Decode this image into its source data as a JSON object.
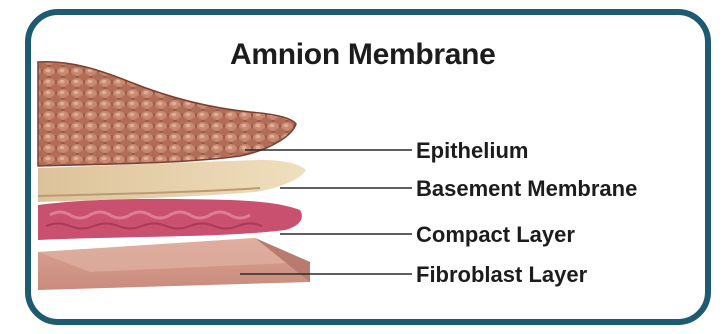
{
  "diagram": {
    "title": "Amnion Membrane",
    "layers": [
      {
        "id": "epithelium",
        "label": "Epithelium",
        "color": "#b5705a"
      },
      {
        "id": "basement",
        "label": "Basement Membrane",
        "color": "#e8cfa4"
      },
      {
        "id": "compact",
        "label": "Compact Layer",
        "color": "#c9506e"
      },
      {
        "id": "fibroblast",
        "label": "Fibroblast Layer",
        "color": "#d8a99a"
      }
    ],
    "border_color": "#1e5a72"
  }
}
